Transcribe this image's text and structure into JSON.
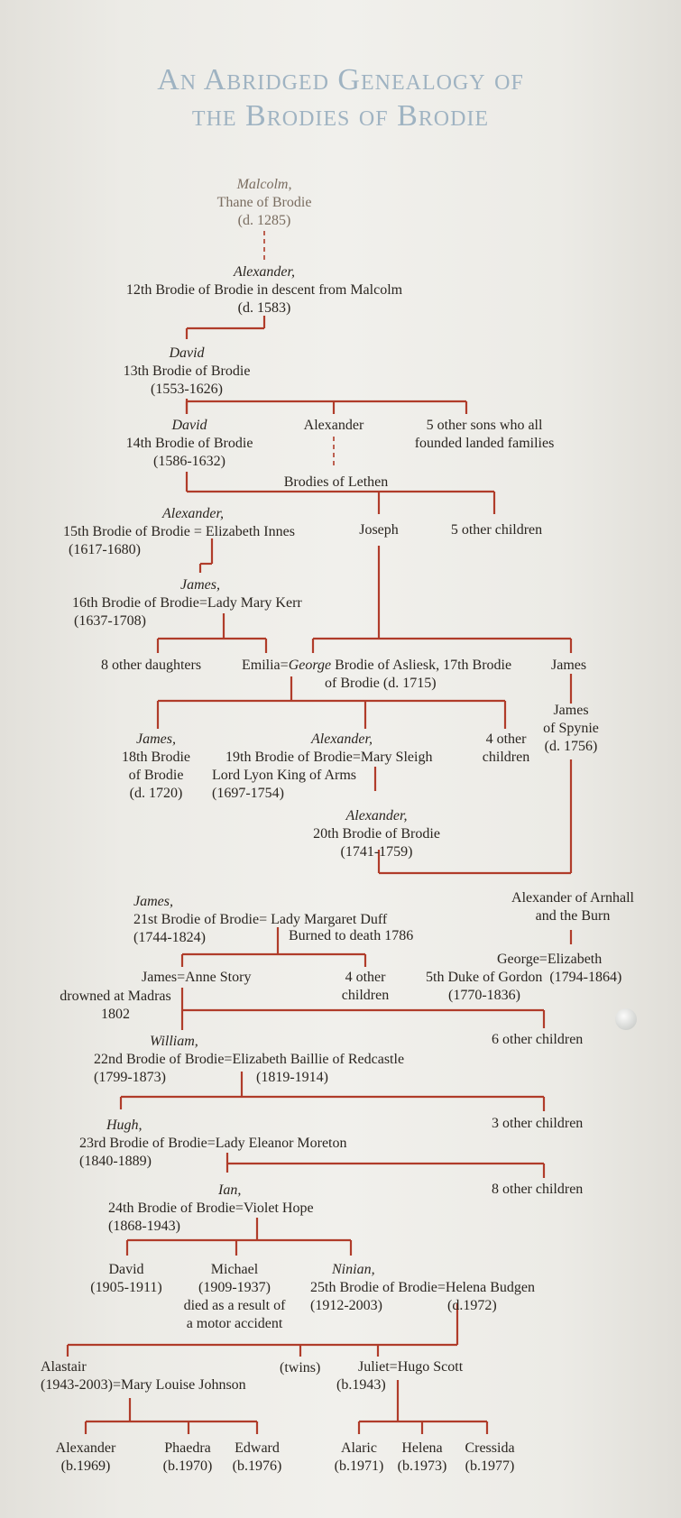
{
  "title": {
    "line1": "An Abridged Genealogy of",
    "line2": "the Brodies of Brodie"
  },
  "nodes": {
    "malcolm": [
      "Malcolm,",
      "Thane of Brodie",
      "(d. 1285)"
    ],
    "alexander12": [
      "Alexander,",
      "12th Brodie of Brodie in descent from Malcolm",
      "(d. 1583)"
    ],
    "david13": [
      "David",
      "13th Brodie of Brodie",
      "(1553-1626)"
    ],
    "david14": [
      "David",
      "14th Brodie of Brodie",
      "(1586-1632)"
    ],
    "alexander_lethen": "Alexander",
    "five_sons": [
      "5 other sons who all",
      "founded landed families"
    ],
    "brodies_of_lethen": "Brodies of Lethen",
    "alexander15": [
      "Alexander,",
      "15th Brodie of Brodie = Elizabeth Innes",
      "(1617-1680)"
    ],
    "joseph": "Joseph",
    "five_children": "5 other children",
    "james16": [
      "James,",
      "16th Brodie of Brodie=Lady Mary Kerr",
      "(1637-1708)"
    ],
    "eight_daughters": "8 other daughters",
    "emilia_george": {
      "a": "Emilia=",
      "b": "George",
      "c": " Brodie of Asliesk, 17th Brodie",
      "d": "of Brodie (d. 1715)"
    },
    "james_son_joseph": "James",
    "james_spynie": [
      "James",
      "of Spynie",
      "(d. 1756)"
    ],
    "james18": [
      "James,",
      "18th Brodie",
      "of Brodie",
      "(d. 1720)"
    ],
    "alexander19": [
      "Alexander,",
      "19th Brodie of Brodie=Mary Sleigh",
      "Lord Lyon King of Arms",
      "(1697-1754)"
    ],
    "four_children_a": [
      "4 other",
      "children"
    ],
    "alexander20": [
      "Alexander,",
      "20th Brodie of Brodie",
      "(1741-1759)"
    ],
    "james21": [
      "James,",
      "21st Brodie of Brodie= Lady Margaret Duff",
      "(1744-1824)"
    ],
    "burned": "Burned to death 1786",
    "alexander_arnhall": [
      "Alexander of Arnhall",
      "and the Burn"
    ],
    "james_anne": "James=Anne Story",
    "drowned": [
      "drowned at Madras",
      "1802"
    ],
    "four_children_b": [
      "4 other",
      "children"
    ],
    "george_elizabeth": {
      "l1": "George=Elizabeth",
      "l2a": "5th Duke of Gordon",
      "l2b": "(1794-1864)",
      "l3": "(1770-1836)"
    },
    "six_children": "6 other children",
    "william22": [
      "William,",
      "22nd Brodie of Brodie=Elizabeth Baillie of Redcastle",
      "(1799-1873)",
      "(1819-1914)"
    ],
    "three_children": "3 other children",
    "hugh23": [
      "Hugh,",
      "23rd Brodie of Brodie=Lady Eleanor Moreton",
      "(1840-1889)"
    ],
    "eight_children": "8 other children",
    "ian24": [
      "Ian,",
      "24th Brodie of Brodie=Violet Hope",
      "(1868-1943)"
    ],
    "david1905": [
      "David",
      "(1905-1911)"
    ],
    "michael": [
      "Michael",
      "(1909-1937)",
      "died as a result of",
      "a motor accident"
    ],
    "ninian25": [
      "Ninian,",
      "25th Brodie of Brodie=Helena Budgen",
      "(1912-2003)",
      "(d.1972)"
    ],
    "alastair": [
      "Alastair",
      "(1943-2003)=Mary Louise Johnson"
    ],
    "twins": "(twins)",
    "juliet": [
      "Juliet=Hugo Scott",
      "(b.1943)"
    ],
    "kids": [
      [
        "Alexander",
        "(b.1969)"
      ],
      [
        "Phaedra",
        "(b.1970)"
      ],
      [
        "Edward",
        "(b.1976)"
      ],
      [
        "Alaric",
        "(b.1971)"
      ],
      [
        "Helena",
        "(b.1973)"
      ],
      [
        "Cressida",
        "(b.1977)"
      ]
    ]
  },
  "colors": {
    "line": "#b03c2a",
    "title": "#9fb3c2",
    "text": "#2a2520",
    "background": "#efeee9"
  }
}
